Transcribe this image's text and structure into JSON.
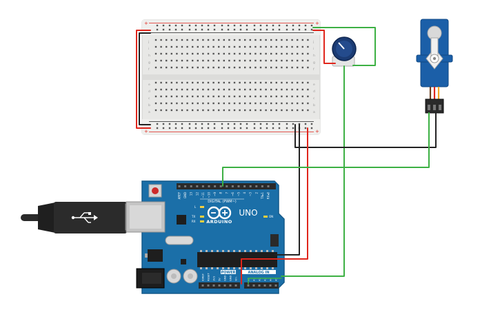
{
  "breadboard": {
    "row_letters_top": [
      "j",
      "i",
      "h",
      "g",
      "f"
    ],
    "row_letters_bottom": [
      "e",
      "d",
      "c",
      "b",
      "a"
    ],
    "column_count": 30,
    "rail_plus_label": "+",
    "rail_minus_label": "-"
  },
  "arduino": {
    "brand_label": "ARDUINO",
    "model_label": "UNO",
    "digital_label": "DIGITAL (PWM~)",
    "power_label": "POWER",
    "analog_label": "ANALOG IN",
    "on_label": "ON",
    "led_l_label": "L",
    "led_tx_label": "TX",
    "led_rx_label": "RX",
    "top_header_labels": [
      "AREF",
      "GND",
      "13",
      "12",
      "~11",
      "~10",
      "~9",
      "8",
      "7",
      "~6",
      "~5",
      "4",
      "~3",
      "2",
      "TX▸1",
      "RX◂0"
    ],
    "power_pin_labels": [
      "IOREF",
      "RESET",
      "3V3",
      "5V",
      "GND",
      "GND",
      "Vin"
    ],
    "analog_pin_labels": [
      "A0",
      "A1",
      "A2",
      "A3",
      "A4",
      "A5"
    ],
    "colors": {
      "board": "#1b6fa8",
      "board_dark": "#155a8a",
      "header": "#2a2a2a"
    }
  },
  "wires": {
    "colors": {
      "red": "#e0251b",
      "black": "#222222",
      "green": "#3cb043"
    }
  },
  "components": {
    "usb_cable": "usb-cable",
    "potentiometer": "potentiometer",
    "servo": "servo-motor"
  }
}
